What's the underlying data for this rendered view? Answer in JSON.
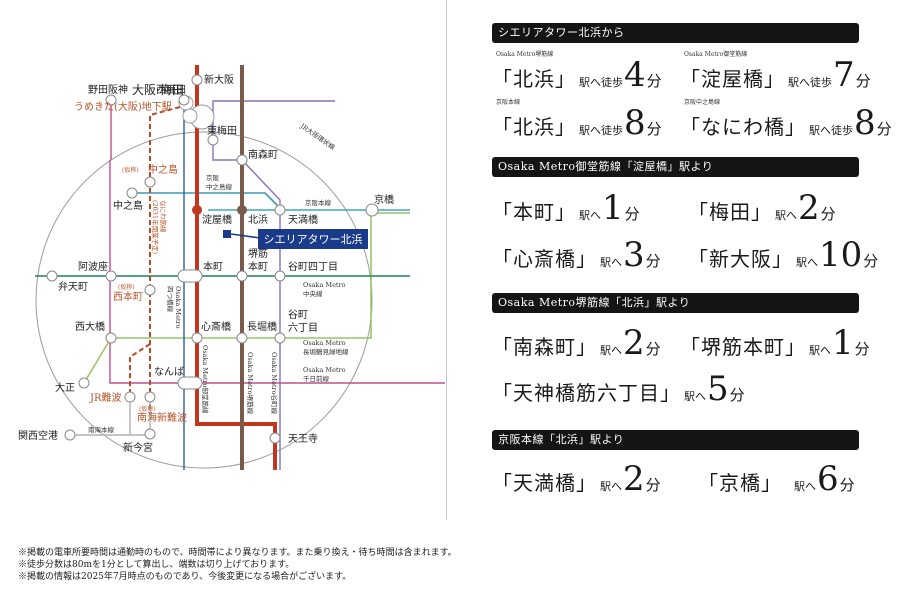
{
  "colors": {
    "midosuji": "#c0361f",
    "sakaisuji": "#7a5a4a",
    "tanimachi": "#8a70b8",
    "yotsubashi": "#2a5fa8",
    "chuo": "#1f8060",
    "nagahori": "#9cc46a",
    "sennichimae": "#c0508a",
    "keihan": "#40a8b8",
    "nakanoshima": "#3a98b0",
    "naniwasuji": "#b84a24",
    "loop": "#999999",
    "nankai": "#aab4bc",
    "tower": "#1a3a8a",
    "umekita": "#b8552a",
    "header_bg": "#141414"
  },
  "map": {
    "stations": {
      "shin_osaka": "新大阪",
      "osaka_umeda": "大阪·梅田",
      "umekita": "うめきた(大阪)地下駅",
      "noda_hanshin": "野田阪神",
      "nishi_umeda": "西梅田",
      "higashi_umeda": "東梅田",
      "minami_morimachi": "南森町",
      "nakanoshima_kasho_prefix": "(仮称)",
      "nakanoshima_kasho": "中之島",
      "nakanoshima": "中之島",
      "yodoyabashi": "淀屋橋",
      "kitahama": "北浜",
      "tenmabashi": "天満橋",
      "kyobashi": "京橋",
      "awaza": "阿波座",
      "bentencho": "弁天町",
      "nishihonmachi_prefix": "(仮称)",
      "nishihonmachi": "西本町",
      "honmachi": "本町",
      "sakaisuji_honmachi_1": "堺筋",
      "sakaisuji_honmachi_2": "本町",
      "tanimachi4": "谷町四丁目",
      "nishiohashi": "西大橋",
      "shinsaibashi": "心斎橋",
      "nagahoribashi": "長堀橋",
      "tanimachi6_1": "谷町",
      "tanimachi6_2": "六丁目",
      "namba": "なんば",
      "taisho": "大正",
      "jr_namba": "JR難波",
      "minami_shin_namba_prefix": "(仮称)",
      "minami_shin_namba": "南海新難波",
      "kansai_airport": "関西空港",
      "shin_imamiya": "新今宮",
      "tennoji": "天王寺"
    },
    "lines": {
      "jr_loop": "JR大阪環状線",
      "keihan_nakanoshima_1": "京阪",
      "keihan_nakanoshima_2": "中之島線",
      "keihan_main": "京阪本線",
      "naniwasuji_1": "なにわ筋線",
      "naniwasuji_2": "(2031年開業予定)",
      "chuo_1": "Osaka Metro",
      "chuo_2": "中央線",
      "nagahori_1": "Osaka Metro",
      "nagahori_2": "長堀鶴見緑地線",
      "sennichimae_1": "Osaka Metro",
      "sennichimae_2": "千日前線",
      "yotsubashi_1": "Osaka Metro",
      "yotsubashi_2": "四つ橋線",
      "midosuji": "Osaka Metro御堂筋線",
      "sakaisuji": "Osaka Metro堺筋線",
      "tanimachi": "Osaka Metro谷町線",
      "nankai_main": "南海本線"
    },
    "tower_label": "シエリアタワー北浜"
  },
  "sections": [
    {
      "header": "シエリアタワー北浜から",
      "entries": [
        {
          "line": "Osaka Metro堺筋線",
          "station": "「北浜」",
          "suffix": "駅へ徒歩",
          "minutes": "4",
          "unit": "分"
        },
        {
          "line": "Osaka Metro御堂筋線",
          "station": "「淀屋橋」",
          "suffix": "駅へ徒歩",
          "minutes": "7",
          "unit": "分"
        },
        {
          "line": "京阪本線",
          "station": "「北浜」",
          "suffix": "駅へ徒歩",
          "minutes": "8",
          "unit": "分"
        },
        {
          "line": "京阪中之島線",
          "station": "「なにわ橋」",
          "suffix": "駅へ徒歩",
          "minutes": "8",
          "unit": "分"
        }
      ]
    },
    {
      "header": "Osaka Metro御堂筋線「淀屋橋」駅より",
      "entries": [
        {
          "station": "「本町」",
          "suffix": "駅へ",
          "minutes": "1",
          "unit": "分"
        },
        {
          "station": "「梅田」",
          "suffix": "駅へ",
          "minutes": "2",
          "unit": "分"
        },
        {
          "station": "「心斎橋」",
          "suffix": "駅へ",
          "minutes": "3",
          "unit": "分"
        },
        {
          "station": "「新大阪」",
          "suffix": "駅へ",
          "minutes": "10",
          "unit": "分"
        }
      ]
    },
    {
      "header": "Osaka Metro堺筋線「北浜」駅より",
      "entries": [
        {
          "station": "「南森町」",
          "suffix": "駅へ",
          "minutes": "2",
          "unit": "分"
        },
        {
          "station": "「堺筋本町」",
          "suffix": "駅へ",
          "minutes": "1",
          "unit": "分"
        },
        {
          "station": "「天神橋筋六丁目」",
          "suffix": "駅へ",
          "minutes": "5",
          "unit": "分"
        }
      ]
    },
    {
      "header": "京阪本線「北浜」駅より",
      "entries": [
        {
          "station": "「天満橋」",
          "suffix": "駅へ",
          "minutes": "2",
          "unit": "分"
        },
        {
          "station": "「京橋」",
          "suffix": "駅へ",
          "minutes": "6",
          "unit": "分"
        }
      ]
    }
  ],
  "notes": [
    "※掲載の電車所要時間は通勤時のもので、時間帯により異なります。また乗り換え・待ち時間は含まれます。",
    "※徒歩分数は80mを1分として算出し、端数は切り上げております。",
    "※掲載の情報は2025年7月時点のものであり、今後変更になる場合がございます。"
  ]
}
